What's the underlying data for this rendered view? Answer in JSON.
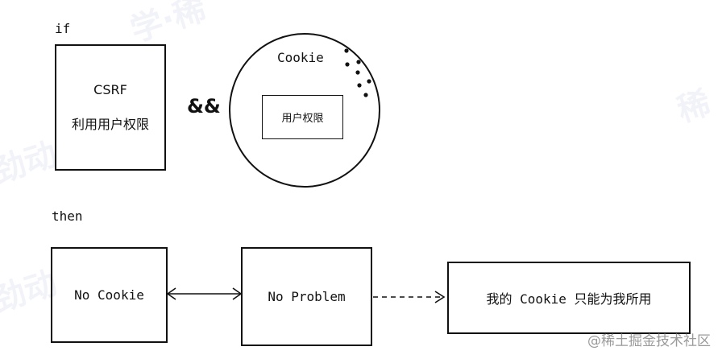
{
  "labels": {
    "if": "if",
    "then": "then",
    "and": "&&"
  },
  "csrf_box": {
    "title": "CSRF",
    "subtitle": "利用用户权限"
  },
  "cookie_circle": {
    "title": "Cookie",
    "inner_label": "用户权限"
  },
  "flow": {
    "no_cookie": "No Cookie",
    "no_problem": "No Problem",
    "result": "我的 Cookie 只能为我所用"
  },
  "watermark": "@稀土掘金技术社区"
}
